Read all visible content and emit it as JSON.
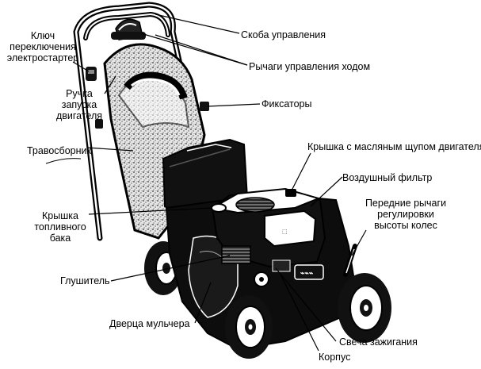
{
  "diagram": {
    "labels": {
      "handle": "Скоба управления",
      "drive_levers": "Рычаги управления ходом",
      "key_line1": "Ключ",
      "key_line2": "переключения",
      "key_line3": "электростартер",
      "starter_line1": "Ручка",
      "starter_line2": "запуска",
      "starter_line3": "двигателя",
      "clamps": "Фиксаторы",
      "grass_bag": "Травосборник",
      "oil_cap": "Крышка с масляным щупом двигателя",
      "air_filter": "Воздушный фильтр",
      "height_line1": "Передние рычаги",
      "height_line2": "регулировки",
      "height_line3": "высоты колес",
      "fuel_line1": "Крышка",
      "fuel_line2": "топливного",
      "fuel_line3": "бака",
      "muffler": "Глушитель",
      "mulch_door": "Дверца мульчера",
      "spark_plug": "Свеча зажигания",
      "housing": "Корпус"
    }
  }
}
